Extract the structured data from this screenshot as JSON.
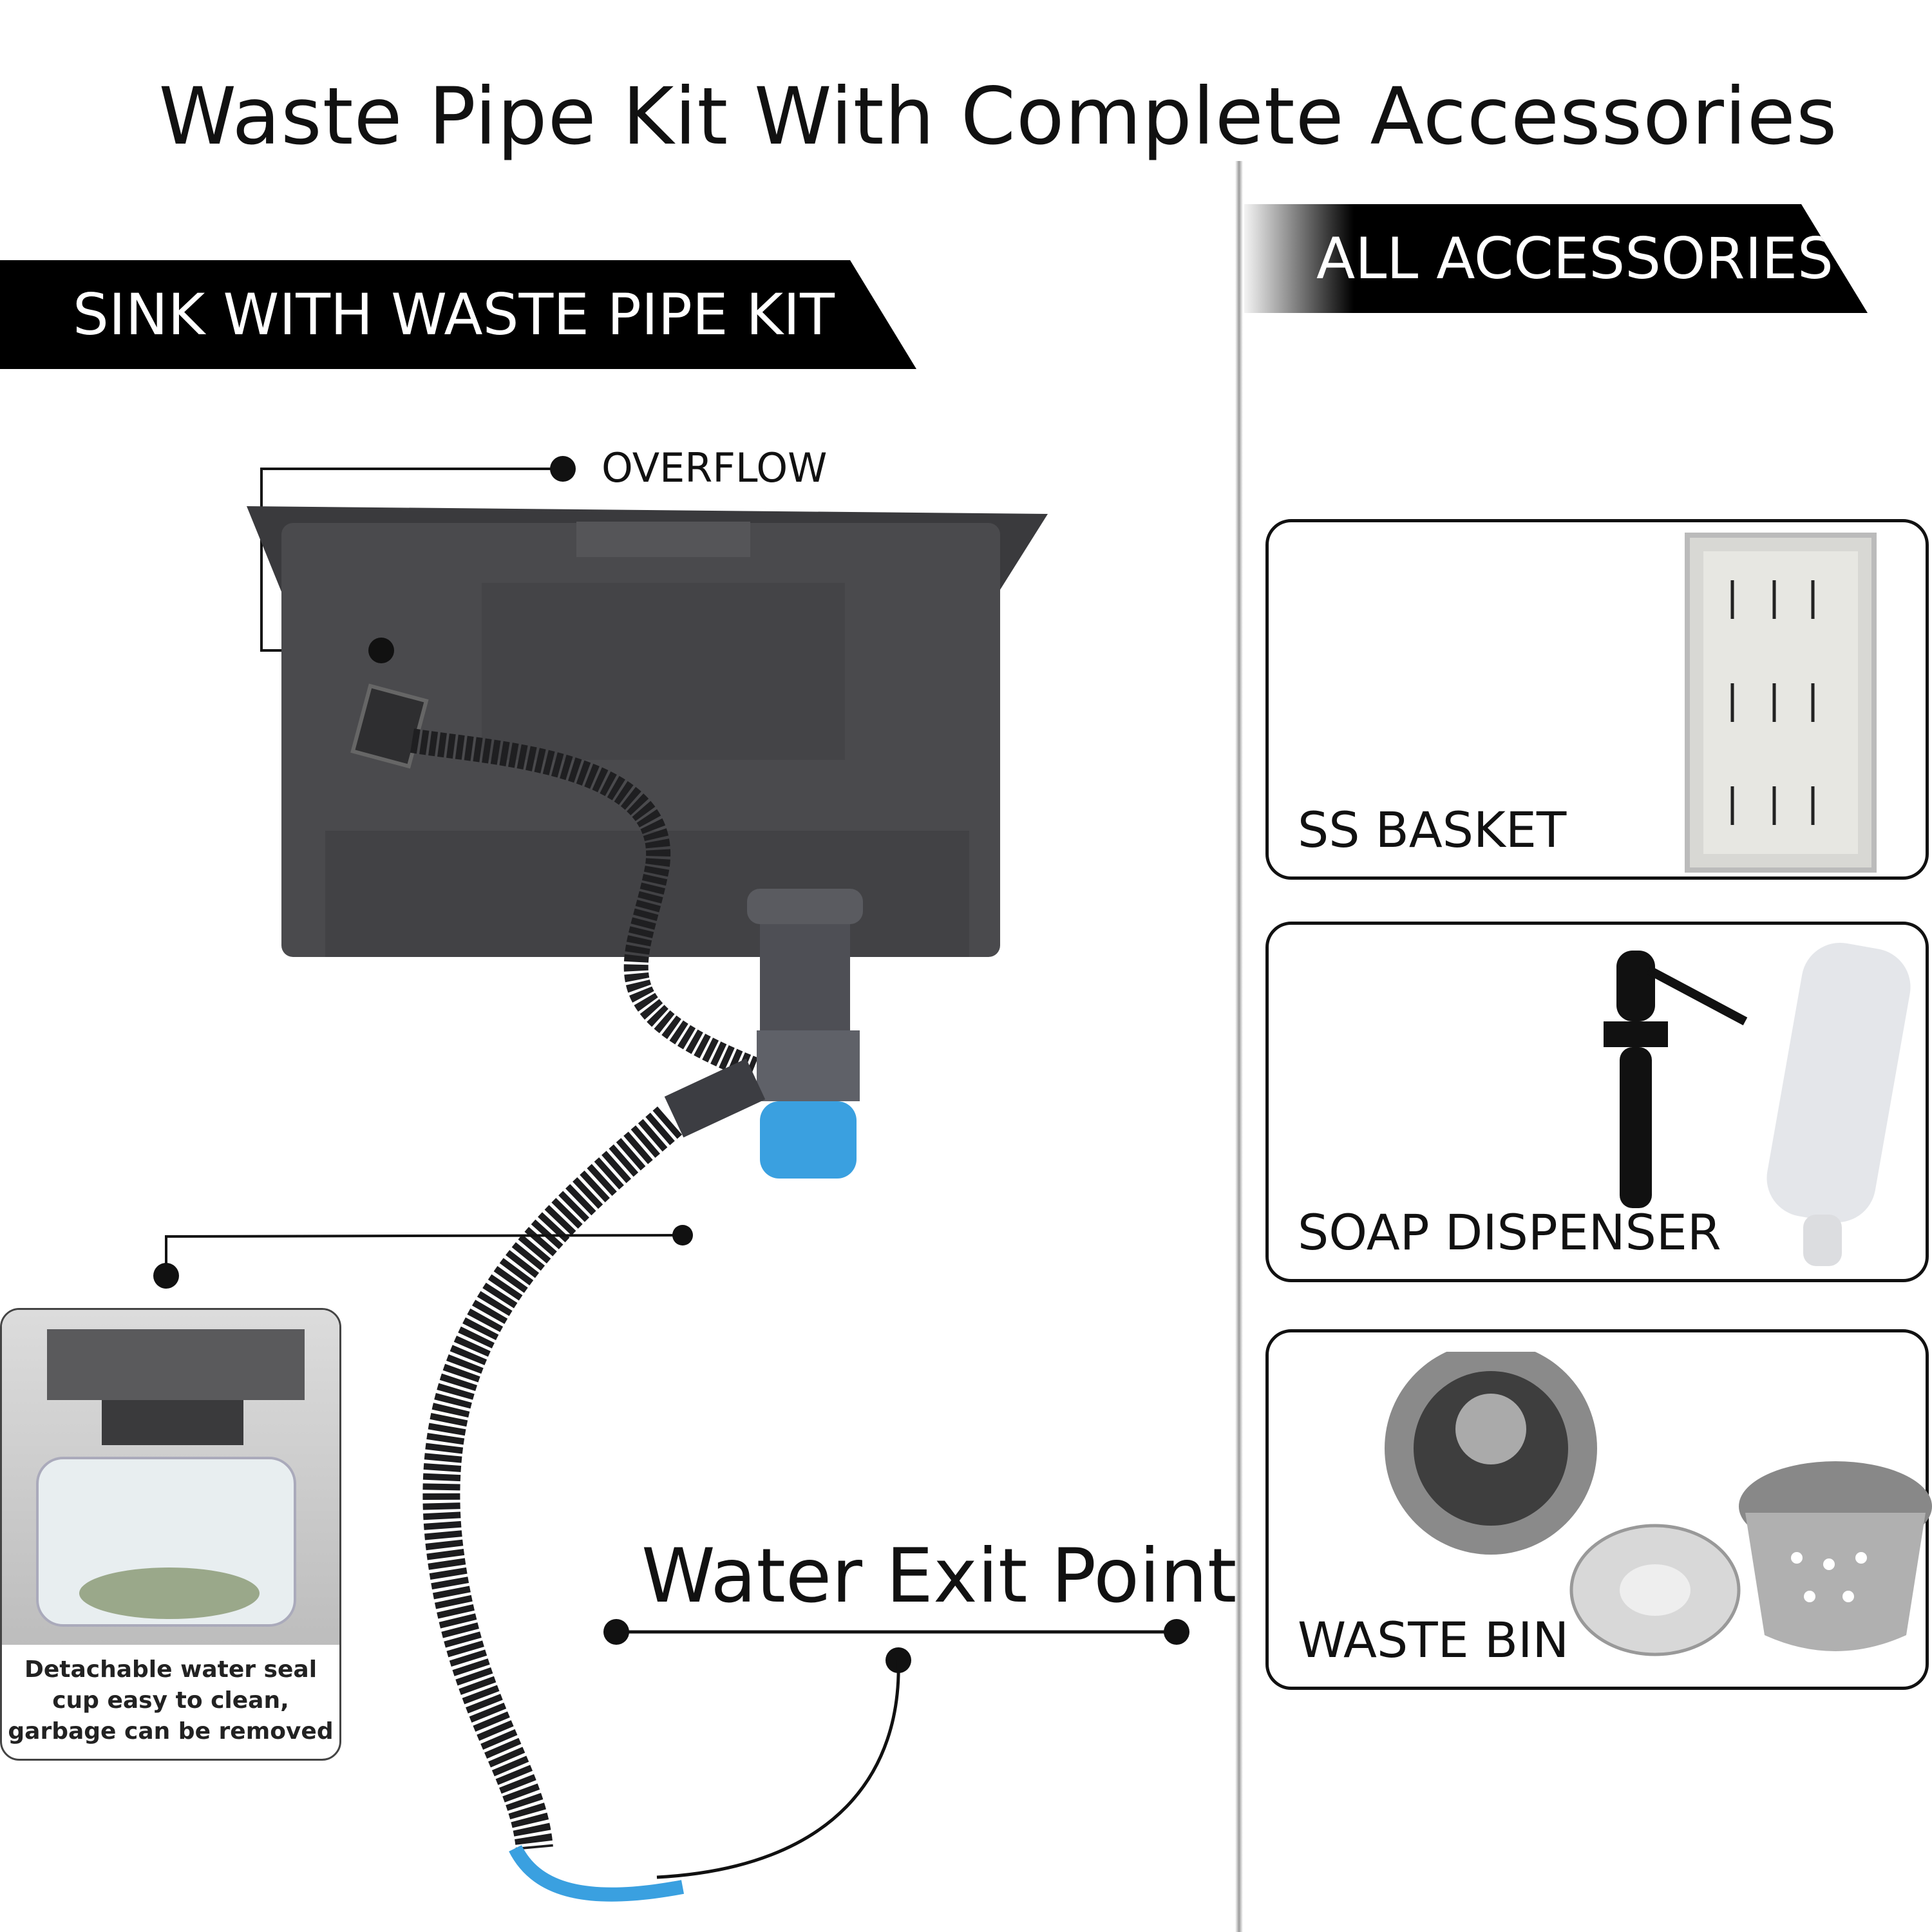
{
  "title": "Waste Pipe Kit With Complete Accessories",
  "left_banner": "SINK WITH WASTE PIPE  KIT",
  "right_banner": "ALL ACCESSORIES",
  "callouts": {
    "overflow": "OVERFLOW",
    "water_exit": "Water Exit Point"
  },
  "inset_caption": "Detachable water seal cup easy to clean, garbage can be removed",
  "accessories": [
    {
      "label": "SS BASKET"
    },
    {
      "label": "SOAP DISPENSER"
    },
    {
      "label": "WASTE BIN"
    }
  ],
  "colors": {
    "banner": "#000000",
    "sink": "#4a4a4d",
    "seal_cup": "#3aa0e0"
  }
}
